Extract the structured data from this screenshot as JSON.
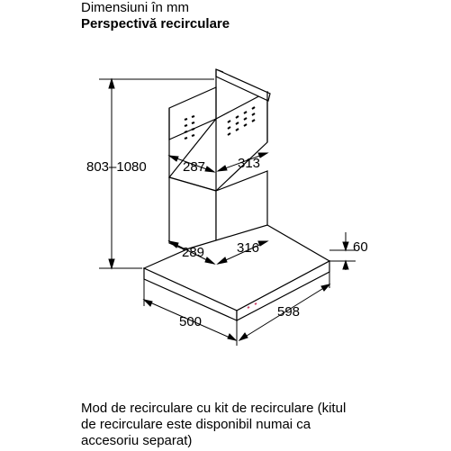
{
  "header": {
    "subtitle": "Dimensiuni în mm",
    "title": "Perspectivă recirculare"
  },
  "dimensions": {
    "height_range": "803–1080",
    "upper_chimney_width": "287",
    "upper_chimney_depth": "313",
    "lower_chimney_width": "289",
    "lower_chimney_depth": "316",
    "canopy_thickness": "60",
    "canopy_width": "500",
    "canopy_depth": "598"
  },
  "caption": {
    "line1": "Mod de recirculare cu kit de recirculare (kitul",
    "line2": "de recirculare este disponibil numai ca",
    "line3": "accesoriu separat)"
  }
}
